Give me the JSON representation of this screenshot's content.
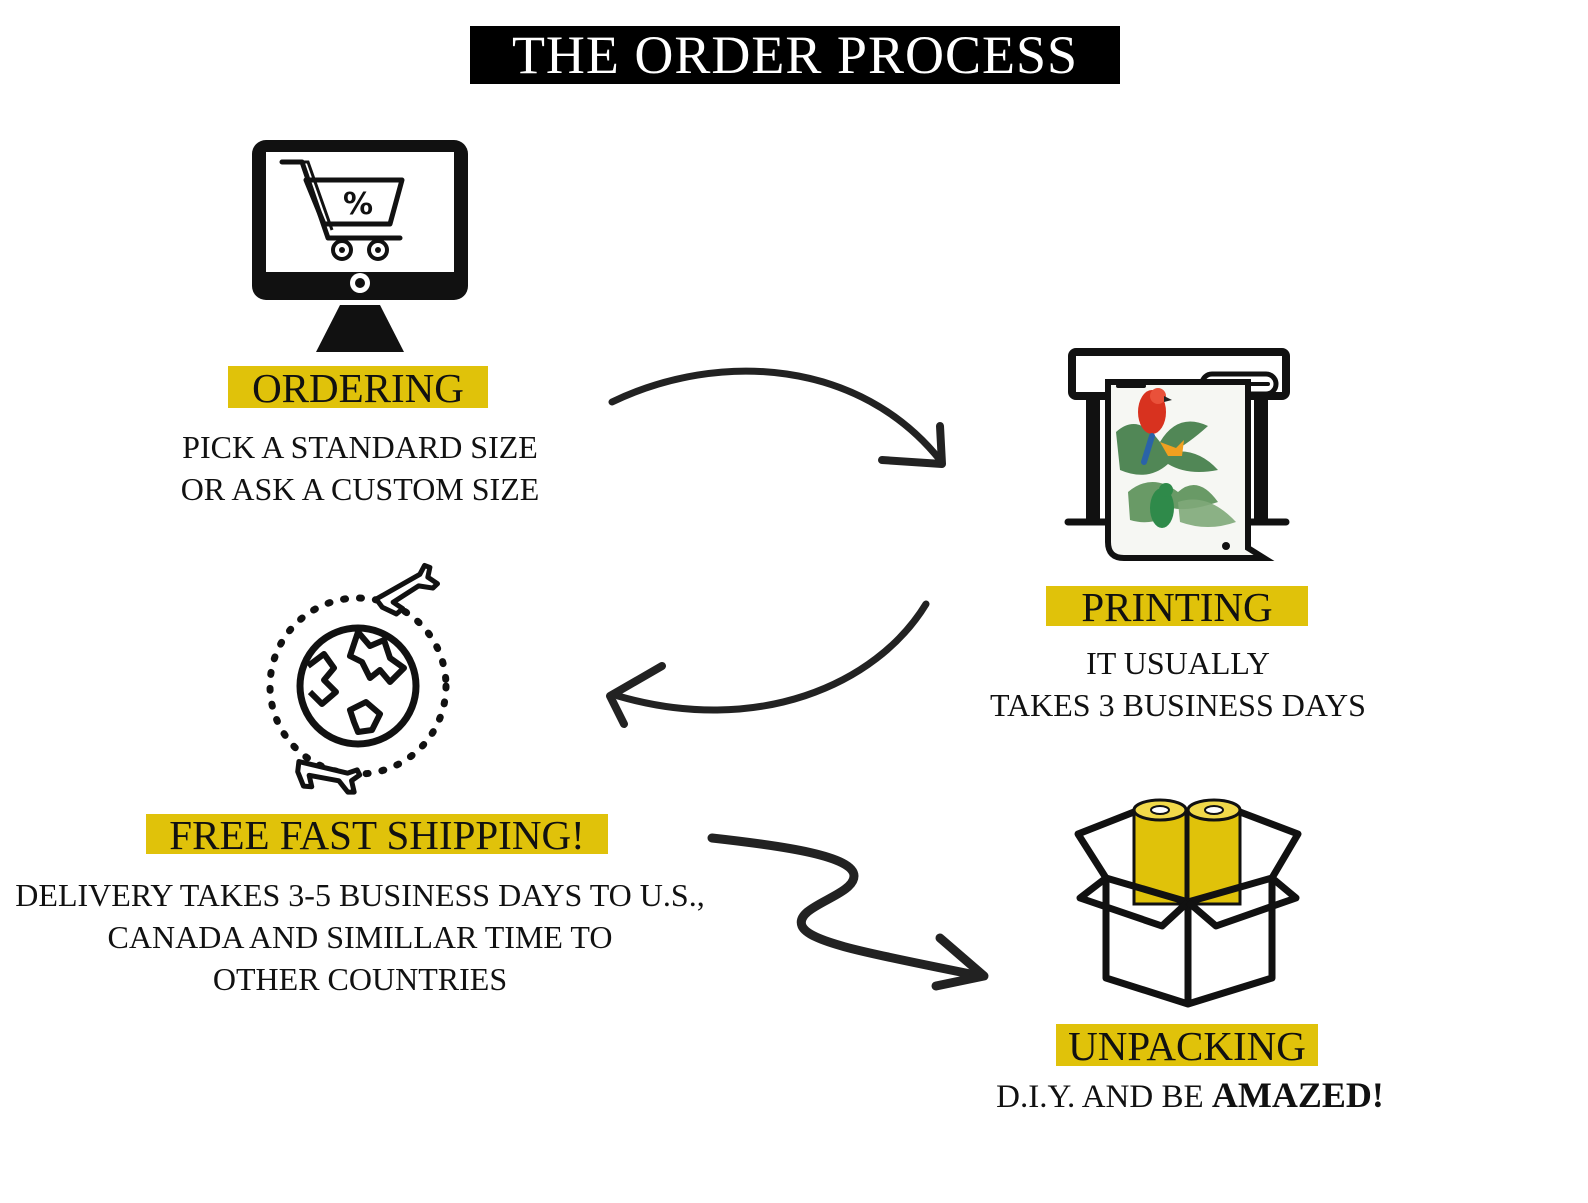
{
  "title": "THE ORDER PROCESS",
  "steps": {
    "ordering": {
      "label": "ORDERING",
      "lines": [
        "PICK A STANDARD SIZE",
        "OR ASK A CUSTOM SIZE"
      ]
    },
    "printing": {
      "label": "PRINTING",
      "lines": [
        "IT USUALLY",
        "TAKES 3 BUSINESS DAYS"
      ]
    },
    "shipping": {
      "label": "FREE FAST SHIPPING!",
      "lines": [
        "DELIVERY TAKES 3-5 BUSINESS DAYS TO U.S.,",
        "CANADA AND SIMILLAR TIME TO",
        "OTHER COUNTRIES"
      ]
    },
    "unpacking": {
      "label": "UNPACKING",
      "line_regular": "D.I.Y. AND BE",
      "line_bold": "AMAZED!"
    }
  },
  "icons": {
    "ordering": "computer-shopping-cart-icon",
    "printing": "wallpaper-printer-icon",
    "shipping": "globe-airplanes-icon",
    "unpacking": "open-box-rolls-icon"
  },
  "colors": {
    "accent": "#e0c20a",
    "title_bg": "#000000",
    "ink": "#111111",
    "leaf_green": "#3f7a45",
    "parrot_red": "#d8321f"
  }
}
